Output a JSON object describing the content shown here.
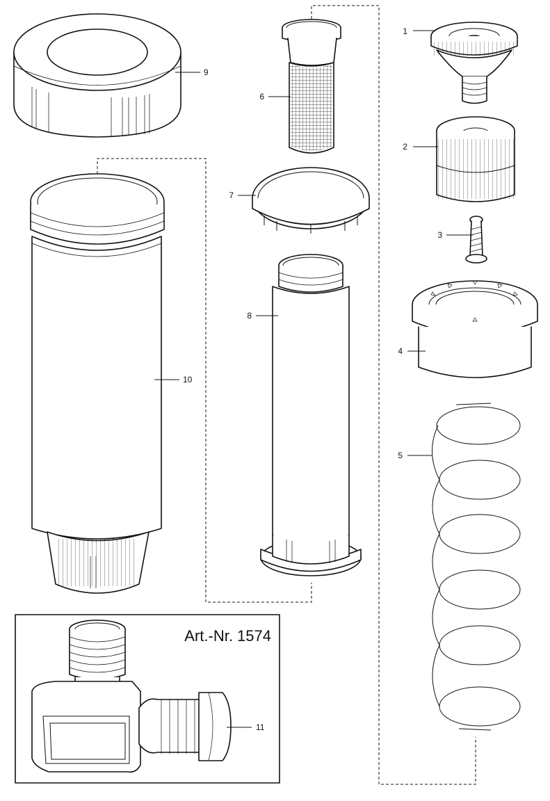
{
  "callouts": {
    "c1": "1",
    "c2": "2",
    "c3": "3",
    "c4": "4",
    "c5": "5",
    "c6": "6",
    "c7": "7",
    "c8": "8",
    "c9": "9",
    "c10": "10",
    "c11": "11"
  },
  "inset": {
    "article_number": "Art.-Nr. 1574"
  }
}
